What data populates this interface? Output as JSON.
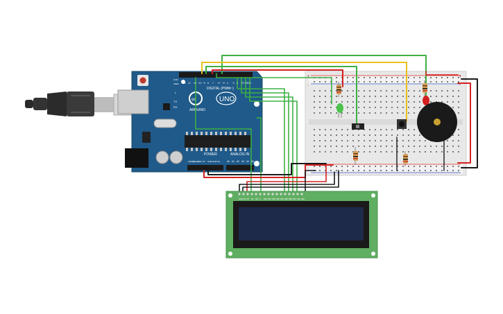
{
  "board": {
    "brand": "ARDUINO",
    "model": "UNO",
    "digital_header_label": "DIGITAL (PWM~)",
    "power_label": "POWER",
    "analog_label": "ANALOG IN",
    "tx_label": "TX",
    "rx_label": "RX",
    "l_label": "L",
    "on_label": "ON",
    "digital_pins": [
      "13",
      "12",
      "~11",
      "~10",
      "~9",
      "8",
      "7",
      "~6",
      "~5",
      "4",
      "~3",
      "2",
      "TX 1",
      "RX 0"
    ],
    "power_pins": [
      "IOREF",
      "RESET",
      "3.3V",
      "5V",
      "GND",
      "GND",
      "Vin"
    ],
    "analog_pins": [
      "A0",
      "A1",
      "A2",
      "A3",
      "A4",
      "A5"
    ],
    "misc_pins": [
      "GND",
      "AREF"
    ]
  },
  "breadboard": {
    "rail_plus": "+",
    "rail_minus": "-"
  },
  "lcd": {
    "pin_labels": [
      "GND",
      "VCC",
      "V0",
      "RS",
      "RW",
      "E",
      "DB0",
      "DB1",
      "DB2",
      "DB3",
      "DB4",
      "DB5",
      "DB6",
      "DB7",
      "LED",
      "LED"
    ]
  },
  "colors": {
    "board": "#1f5a8a",
    "breadboard": "#e8e8e8",
    "lcd_pcb": "#5fae62",
    "lcd_screen": "#1e2a4a",
    "wire_red": "#d42020",
    "wire_black": "#1a1a1a",
    "wire_green": "#3cb043",
    "wire_yellow": "#e8c020"
  },
  "icons": {
    "usb_cable": "usb-cable-icon",
    "led": "green-led-icon",
    "red_led": "red-led-icon",
    "buzzer": "piezo-buzzer-icon",
    "push_button": "push-button-icon",
    "slide_switch": "slide-switch-icon",
    "resistor": "resistor-icon"
  }
}
